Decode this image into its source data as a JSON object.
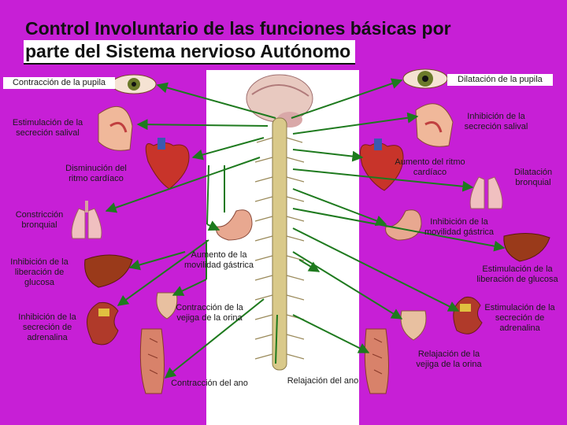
{
  "title": {
    "line1": "Control Involuntario de las funciones básicas por",
    "line2": "parte del Sistema nervioso Autónomo"
  },
  "left": {
    "pupil_contraction": "Contracción de la pupila",
    "saliva_stimulation": "Estimulación de la secreción salival",
    "heart_decrease": "Disminución del ritmo cardíaco",
    "bronchial_constriction": "Constricción bronquial",
    "glucose_inhibition": "Inhibición de la liberación de glucosa",
    "adrenaline_inhibition": "Inhibición de la secreción de adrenalina",
    "gastric_increase": "Aumento de la movilidad gástrica",
    "bladder_contraction": "Contracción de la vejiga de la orina",
    "anus_contraction": "Contracción del ano"
  },
  "right": {
    "pupil_dilation": "Dilatación de la pupila",
    "saliva_inhibition": "Inhibición de la secreción salival",
    "heart_increase": "Aumento del ritmo cardíaco",
    "bronchial_dilation": "Dilatación bronquial",
    "gastric_inhibition": "Inhibición de la movilidad gástrica",
    "glucose_stimulation": "Estimulación de la liberación de glucosa",
    "adrenaline_stimulation": "Estimulación de la secreción de adrenalina",
    "bladder_relaxation": "Relajación de la vejiga de la orina",
    "anus_relaxation": "Relajación del ano"
  },
  "colors": {
    "background": "#c71fd6",
    "connector": "#1e7a1e",
    "spine": "#d9c98a"
  },
  "icons": [
    "eye-icon",
    "head-icon",
    "heart-icon",
    "lungs-icon",
    "stomach-icon",
    "liver-icon",
    "kidney-icon",
    "bladder-icon",
    "anus-icon",
    "spinal-cord-icon"
  ]
}
